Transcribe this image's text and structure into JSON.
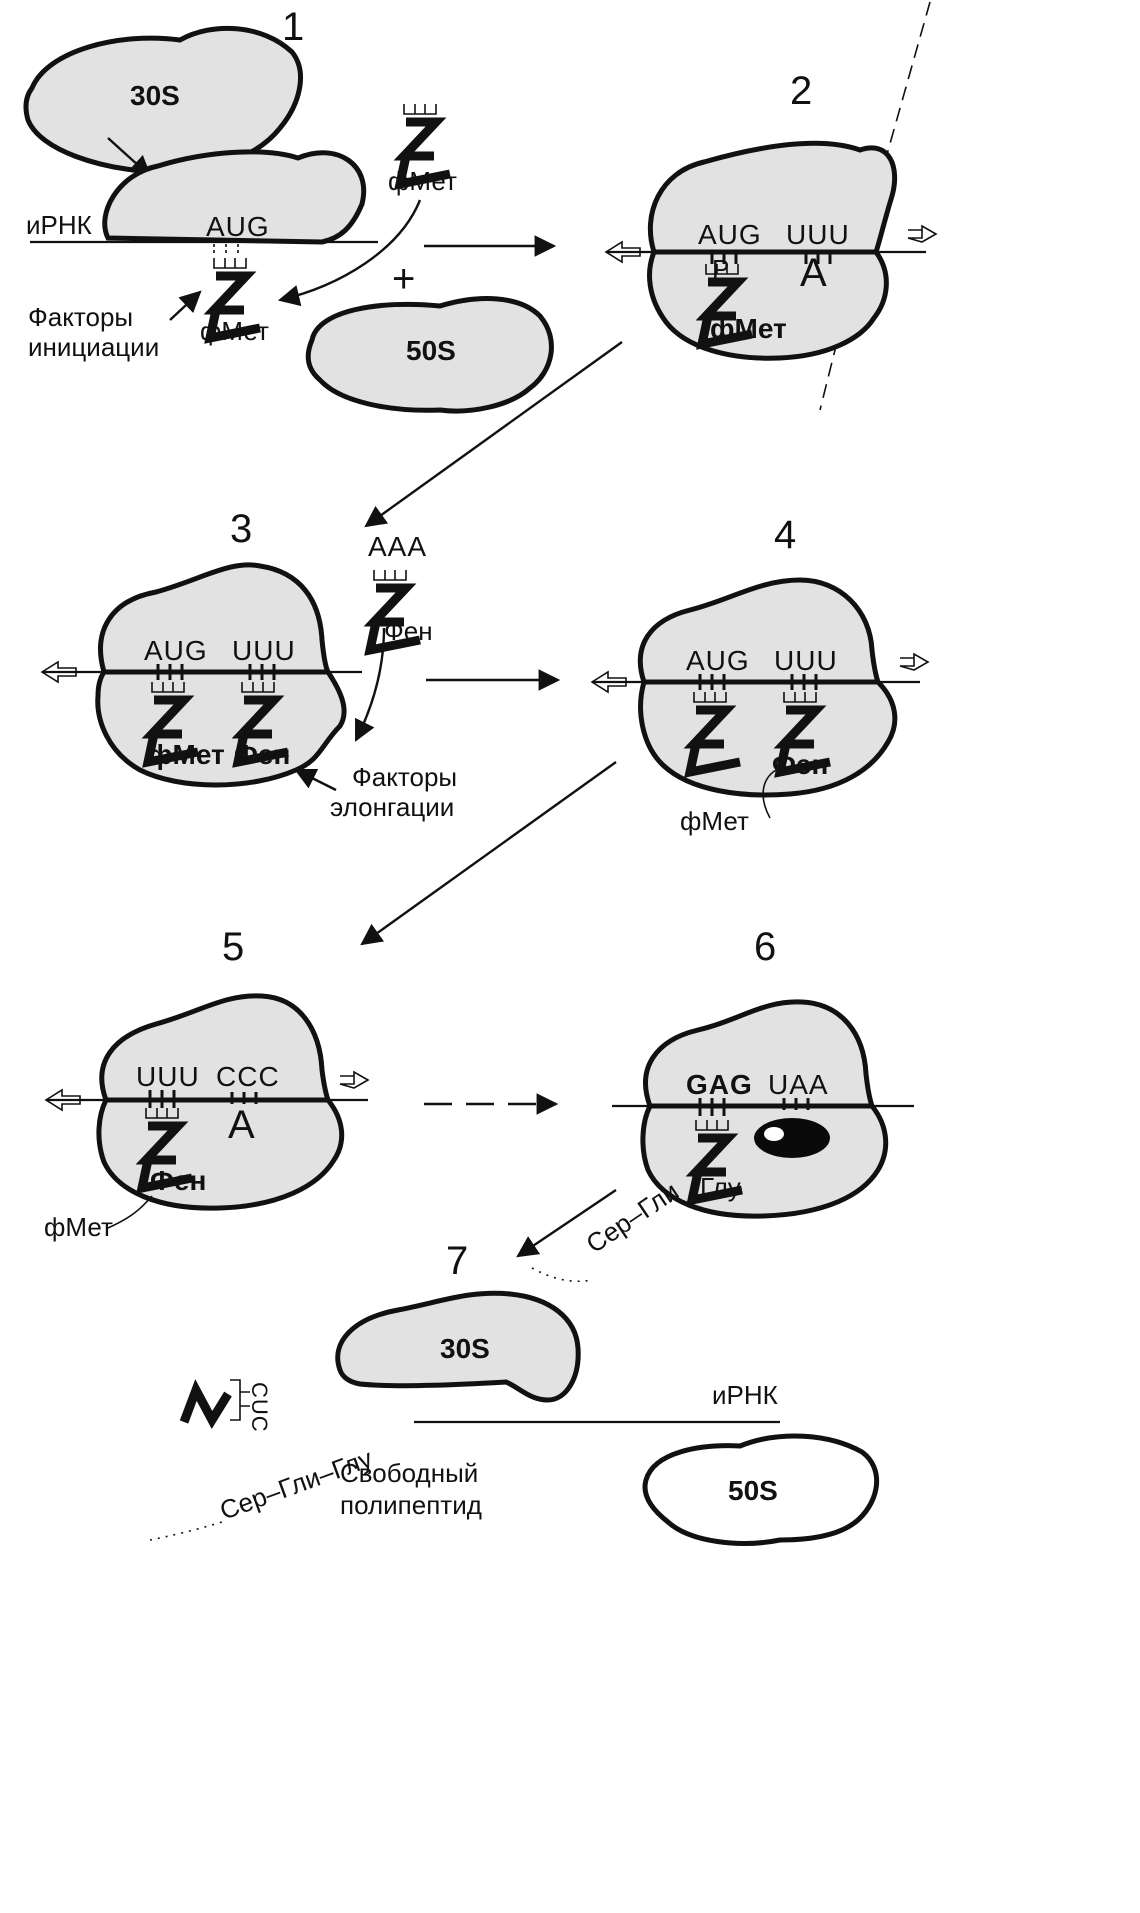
{
  "steps": [
    "1",
    "2",
    "3",
    "4",
    "5",
    "6",
    "7"
  ],
  "subunits": {
    "small": "30S",
    "large": "50S"
  },
  "mrna_label": "иРНК",
  "amino_acids": {
    "fmet": "фМет",
    "phe": "Фен",
    "glu": "Глу"
  },
  "codons": {
    "aug": "AUG",
    "uuu": "UUU",
    "ccc": "CCC",
    "gag": "GAG",
    "uaa": "UAA"
  },
  "anticodons": {
    "aaa": "AAA",
    "cuc": "CUC"
  },
  "site_a": "A",
  "site_p": "P",
  "plus": "+",
  "labels": {
    "init_factors_line1": "Факторы",
    "init_factors_line2": "инициации",
    "elong_factors_line1": "Факторы",
    "elong_factors_line2": "элонгации",
    "free_peptide_line1": "Свободный",
    "free_peptide_line2": "полипептид",
    "peptide_chain": "Сер–Гли–Глу",
    "peptide_chain_partial": "Сер–Гли"
  }
}
